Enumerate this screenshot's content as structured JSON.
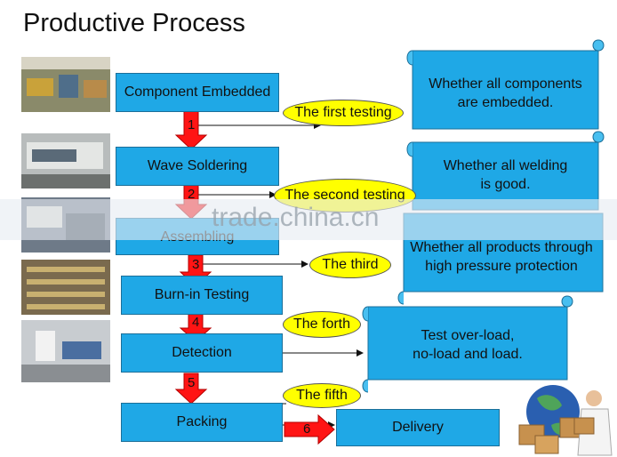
{
  "title": "Productive Process",
  "steps": [
    "Component Embedded",
    "Wave Soldering",
    "Assembling",
    "Burn-in Testing",
    "Detection",
    "Packing",
    "Delivery"
  ],
  "arrow_numbers": [
    "1",
    "2",
    "3",
    "4",
    "5",
    "6"
  ],
  "tests": [
    "The first testing",
    "The second testing",
    "The third",
    "The forth",
    "The fifth"
  ],
  "checks": [
    [
      "Whether all components",
      "are embedded."
    ],
    [
      "Whether all welding",
      "is good."
    ],
    [
      "Whether all products through",
      "high pressure protection"
    ],
    [
      "Test over-load,",
      "no-load and load."
    ]
  ],
  "watermark": "trade.china.cn",
  "colors": {
    "box_fill": "#1fa8e6",
    "box_border": "#1b6f99",
    "arrow_red": "#ff1414",
    "oval_fill": "#ffff00"
  },
  "icons": [
    "factory-photo",
    "globe-delivery-icon"
  ]
}
